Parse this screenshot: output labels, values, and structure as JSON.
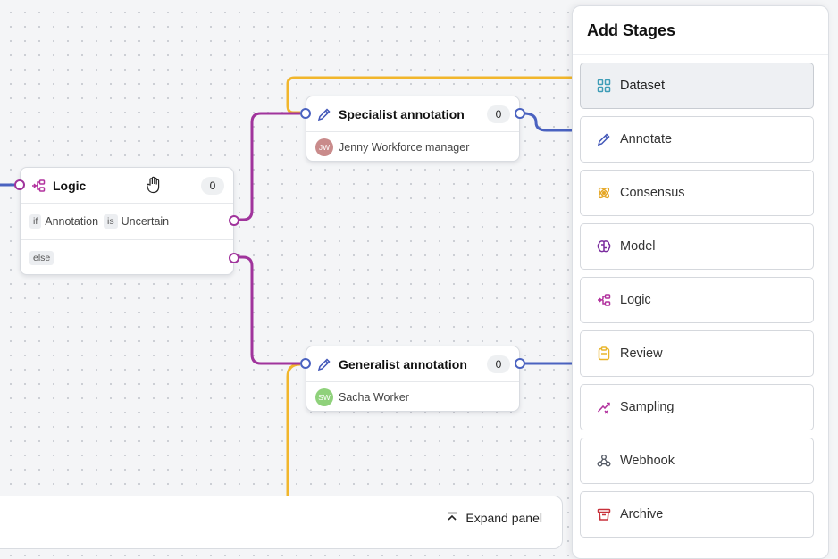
{
  "nodes": {
    "logic": {
      "title": "Logic",
      "count": "0",
      "condition": {
        "if": "if",
        "field": "Annotation",
        "is": "is",
        "value": "Uncertain"
      },
      "else": "else"
    },
    "specialist": {
      "title": "Specialist annotation",
      "count": "0",
      "assignee": {
        "initials": "JW",
        "name": "Jenny Workforce manager",
        "color": "#c98b8b"
      }
    },
    "generalist": {
      "title": "Generalist annotation",
      "count": "0",
      "assignee": {
        "initials": "SW",
        "name": "Sacha Worker",
        "color": "#8fd17b"
      }
    }
  },
  "bottom_panel": {
    "expand_label": "Expand panel"
  },
  "stages_panel": {
    "title": "Add Stages",
    "items": [
      {
        "label": "Dataset",
        "icon": "grid-icon",
        "color": "#3d9cb6"
      },
      {
        "label": "Annotate",
        "icon": "pencil-icon",
        "color": "#4257b8"
      },
      {
        "label": "Consensus",
        "icon": "atom-icon",
        "color": "#e5a623"
      },
      {
        "label": "Model",
        "icon": "brain-icon",
        "color": "#7a2c9e"
      },
      {
        "label": "Logic",
        "icon": "logic-icon",
        "color": "#b2329e"
      },
      {
        "label": "Review",
        "icon": "clipboard-icon",
        "color": "#e9b52b"
      },
      {
        "label": "Sampling",
        "icon": "sampling-icon",
        "color": "#b2329e"
      },
      {
        "label": "Webhook",
        "icon": "webhook-icon",
        "color": "#555b66"
      },
      {
        "label": "Archive",
        "icon": "archive-icon",
        "color": "#c8313b"
      }
    ]
  },
  "colors": {
    "blue_edge": "#4a62c0",
    "magenta_edge": "#a0349c",
    "yellow_edge": "#f1b62c"
  }
}
